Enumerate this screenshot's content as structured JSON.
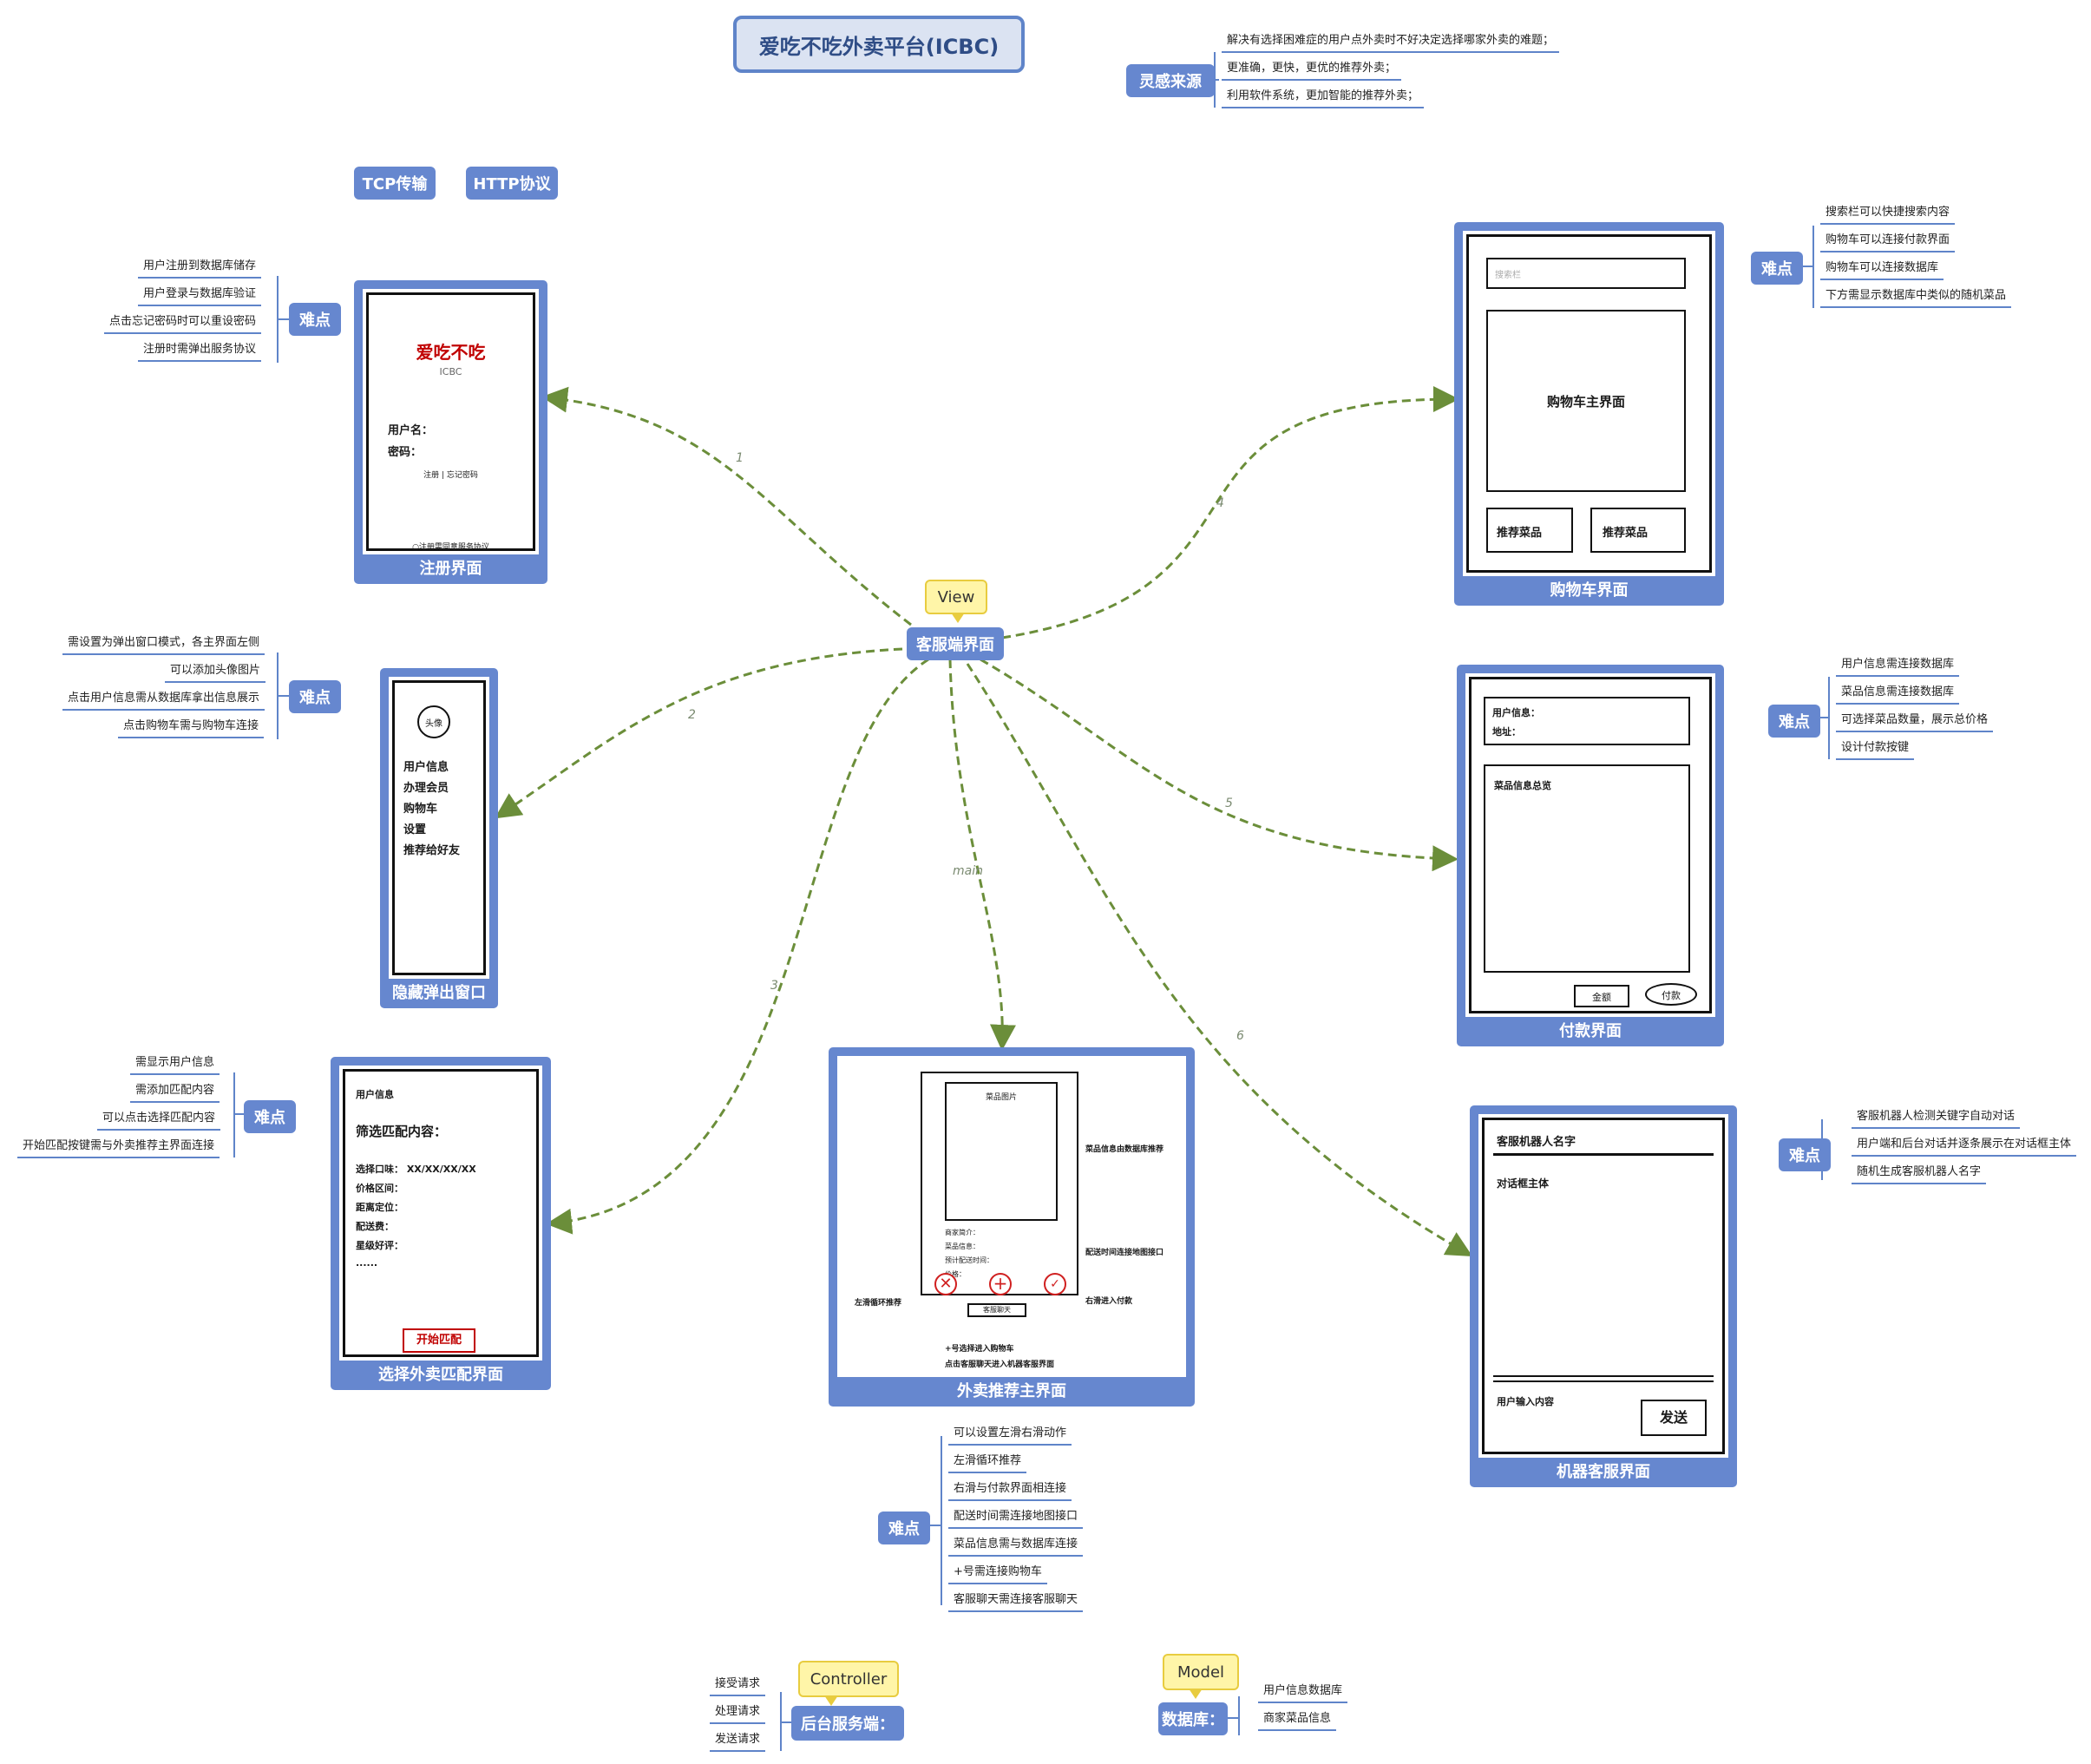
{
  "title": "爱吃不吃外卖平台(ICBC)",
  "inspiration": {
    "label": "灵感来源",
    "items": [
      "解决有选择困难症的用户点外卖时不好决定选择哪家外卖的难题；",
      "更准确，更快，更优的推荐外卖；",
      "利用软件系统，更加智能的推荐外卖；"
    ]
  },
  "protocols": [
    "TCP传输",
    "HTTP协议"
  ],
  "center": {
    "label": "客服端界面",
    "note": "View"
  },
  "edge_labels": {
    "e1": "1",
    "e2": "2",
    "e3": "3",
    "e4": "4",
    "e5": "5",
    "e6": "6",
    "main": "main"
  },
  "nandian": "难点",
  "register": {
    "caption": "注册界面",
    "app_name": "爱吃不吃",
    "app_sub": "ICBC",
    "username": "用户名：",
    "password": "密码：",
    "links": "注册 | 忘记密码",
    "agreement": "○注册需同意服务协议",
    "difficulties": [
      "用户注册到数据库储存",
      "用户登录与数据库验证",
      "点击忘记密码时可以重设密码",
      "注册时需弹出服务协议"
    ]
  },
  "popup": {
    "caption": "隐藏弹出窗口",
    "avatar": "头像",
    "menu": [
      "用户信息",
      "办理会员",
      "购物车",
      "设置",
      "推荐给好友"
    ],
    "difficulties": [
      "需设置为弹出窗口模式，各主界面左侧",
      "可以添加头像图片",
      "点击用户信息需从数据库拿出信息展示",
      "点击购物车需与购物车连接"
    ]
  },
  "match": {
    "caption": "选择外卖匹配界面",
    "user_info": "用户信息",
    "heading": "筛选匹配内容：",
    "fields": [
      "选择口味： XX/XX/XX/XX",
      "价格区间：",
      "距离定位：",
      "配送费：",
      "星级好评：",
      "......"
    ],
    "button": "开始匹配",
    "difficulties": [
      "需显示用户信息",
      "需添加匹配内容",
      "可以点击选择匹配内容",
      "开始匹配按键需与外卖推荐主界面连接"
    ]
  },
  "recommend": {
    "caption": "外卖推荐主界面",
    "image": "菜品图片",
    "details": [
      "商家简介：",
      "菜品信息：",
      "预计配送时间：",
      "价格："
    ],
    "chat": "客服聊天",
    "side_notes": {
      "info": "菜品信息由数据库推荐",
      "time": "配送时间连接地图接口",
      "right": "右滑进入付款",
      "left": "左滑循环推荐"
    },
    "bottom_notes": [
      "+号选择进入购物车",
      "点击客服聊天进入机器客服界面"
    ],
    "difficulties": [
      "可以设置左滑右滑动作",
      "左滑循环推荐",
      "右滑与付款界面相连接",
      "配送时间需连接地图接口",
      "菜品信息需与数据库连接",
      "+号需连接购物车",
      "客服聊天需连接客服聊天"
    ]
  },
  "cart": {
    "caption": "购物车界面",
    "search": "搜索栏",
    "main": "购物车主界面",
    "rec1": "推荐菜品",
    "rec2": "推荐菜品",
    "difficulties": [
      "搜索栏可以快捷搜索内容",
      "购物车可以连接付款界面",
      "购物车可以连接数据库",
      "下方需显示数据库中类似的随机菜品"
    ]
  },
  "pay": {
    "caption": "付款界面",
    "user": "用户信息：",
    "address": "地址：",
    "summary": "菜品信息总览",
    "amount": "金额",
    "pay_btn": "付款",
    "difficulties": [
      "用户信息需连接数据库",
      "菜品信息需连接数据库",
      "可选择菜品数量，展示总价格",
      "设计付款按键"
    ]
  },
  "robot": {
    "caption": "机器客服界面",
    "name": "客服机器人名字",
    "body": "对话框主体",
    "input": "用户输入内容",
    "send": "发送",
    "difficulties": [
      "客服机器人检测关键字自动对话",
      "用户端和后台对话并逐条展示在对话框主体",
      "随机生成客服机器人名字"
    ]
  },
  "server": {
    "label": "后台服务端：",
    "note": "Controller",
    "items": [
      "接受请求",
      "处理请求",
      "发送请求"
    ]
  },
  "db": {
    "label": "数据库：",
    "note": "Model",
    "items": [
      "用户信息数据库",
      "商家菜品信息"
    ]
  },
  "colors": {
    "accent": "#6687cf",
    "edge": "#6b8e3a",
    "title_text": "#2f4d86",
    "brand_red": "#c00000"
  }
}
